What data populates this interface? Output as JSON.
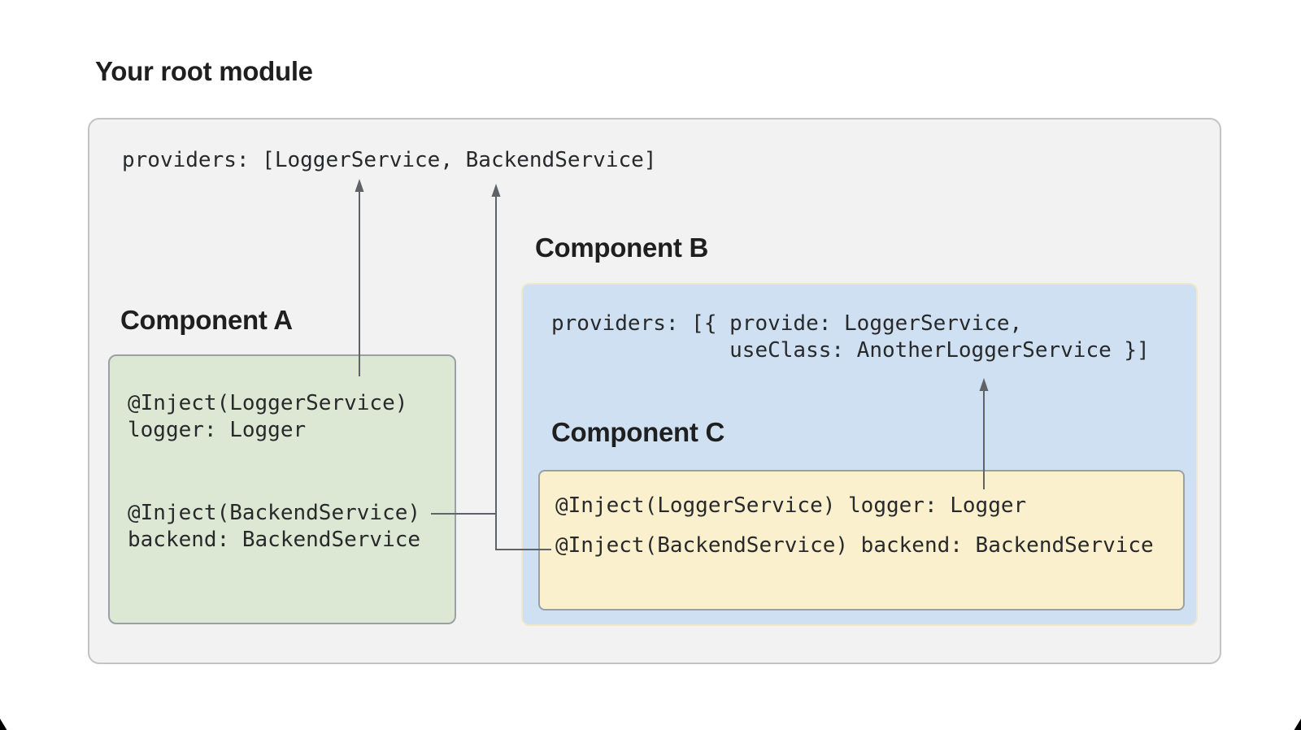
{
  "title": "Your root module",
  "root_module": {
    "providers_code": "providers: [LoggerService, BackendService]"
  },
  "component_a": {
    "label": "Component A",
    "inject_logger": "@Inject(LoggerService)",
    "logger_field": "logger: Logger",
    "inject_backend": "@Inject(BackendService)",
    "backend_field": "backend: BackendService"
  },
  "component_b": {
    "label": "Component B",
    "providers_code_line1": "providers: [{ provide: LoggerService,",
    "providers_code_line2": "              useClass: AnotherLoggerService }]"
  },
  "component_c": {
    "label": "Component C",
    "inject_logger_line": "@Inject(LoggerService) logger: Logger",
    "inject_backend_line": "@Inject(BackendService) backend: BackendService"
  },
  "colors": {
    "root_module_fill": "#f2f2f2",
    "component_a_fill": "#dce8d4",
    "component_b_fill": "#cfe0f2",
    "component_c_fill": "#faf0cd",
    "component_b_border": "#f0e8c9",
    "box_border_gray": "#9aa0a6",
    "arrow": "#5f6368",
    "text": "#28292b"
  }
}
